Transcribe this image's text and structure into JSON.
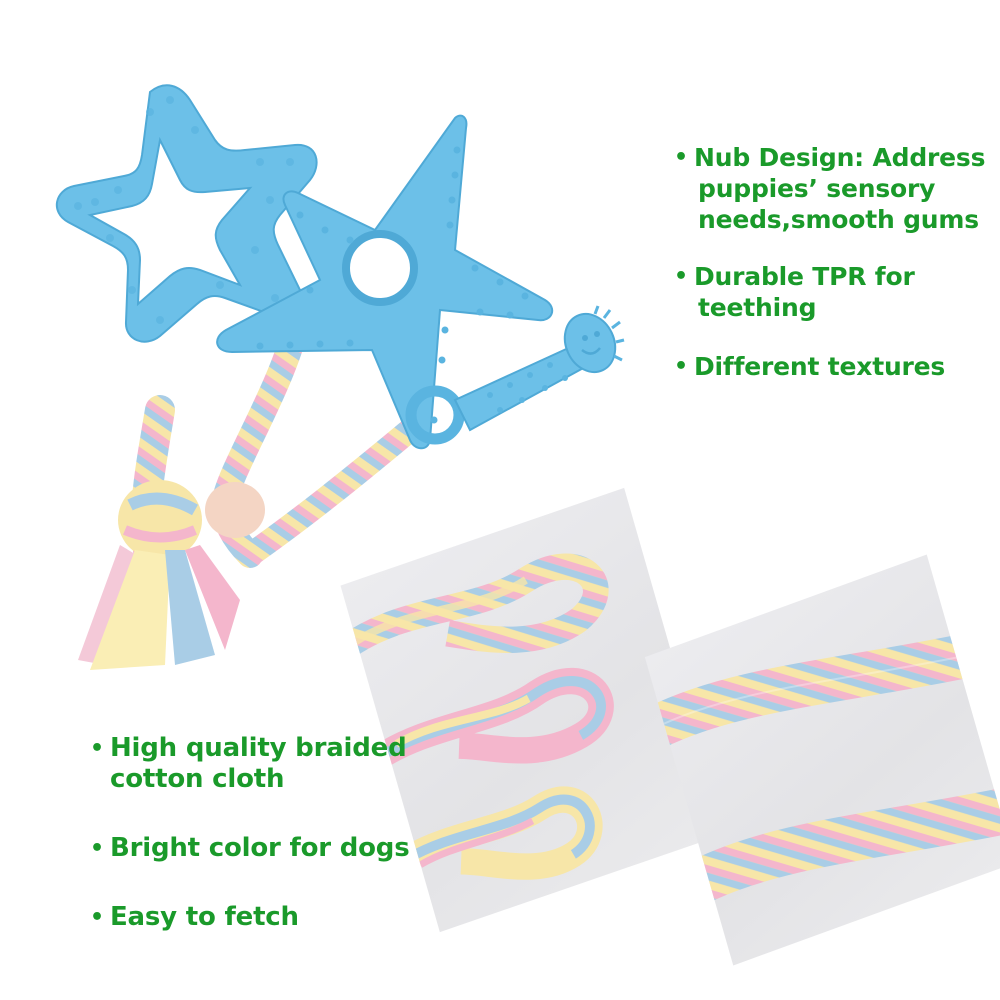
{
  "image": {
    "type": "product-feature-infographic",
    "subject": "puppy teething toy set: star ring, solid star, and bone chew with braided cotton ropes"
  },
  "colors": {
    "text_green": "#1a9a2a",
    "toy_blue": "#6cc0e8",
    "toy_blue_shadow": "#4fa9d6",
    "rope_pink": "#f4b6cc",
    "rope_yellow": "#f7e6a8",
    "rope_blue": "#a9cde6",
    "photo_background": "#e8e8eb",
    "page_background": "#ffffff"
  },
  "features_top": [
    {
      "bullet": "•",
      "lines": [
        "Nub Design: Address",
        "puppies’  sensory",
        "needs,smooth gums"
      ]
    },
    {
      "bullet": "•",
      "lines": [
        "Durable TPR for",
        "teething"
      ]
    },
    {
      "bullet": "•",
      "lines": [
        "Different textures"
      ]
    }
  ],
  "features_bottom": [
    {
      "bullet": "•",
      "lines": [
        "High quality braided",
        "cotton cloth"
      ]
    },
    {
      "bullet": "•",
      "lines": [
        "Bright color for dogs"
      ]
    },
    {
      "bullet": "•",
      "lines": [
        "Easy to fetch"
      ]
    }
  ],
  "photos": [
    {
      "name": "braided-rope-loops-closeup",
      "description": "three pastel braided cotton rope loops on grey backdrop"
    },
    {
      "name": "braided-rope-strands-closeup",
      "description": "two pastel braided cotton rope strands on grey backdrop"
    }
  ],
  "toys": [
    {
      "name": "star-ring-teether",
      "texture": "embossed small stars"
    },
    {
      "name": "solid-star-teether",
      "texture": "raised nubs along edges, center hole"
    },
    {
      "name": "bone-chew-teether",
      "texture": "dotted nubs, spiky end with smiley face"
    }
  ]
}
